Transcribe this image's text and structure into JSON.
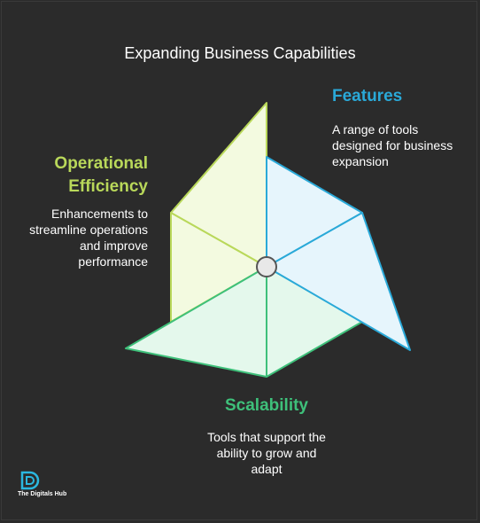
{
  "title": "Expanding Business Capabilities",
  "sections": {
    "features": {
      "heading": "Features",
      "description": "A range of tools designed for business expansion",
      "color": "#2aa9d8",
      "fill": "#e6f5fc"
    },
    "operational_efficiency": {
      "heading_line1": "Operational",
      "heading_line2": "Efficiency",
      "description": "Enhancements to streamline operations and improve performance",
      "color": "#b9d85a",
      "fill": "#f3fae0"
    },
    "scalability": {
      "heading": "Scalability",
      "description": "Tools that support the ability to grow and adapt",
      "color": "#3ec07a",
      "fill": "#e4f8ec"
    }
  },
  "logo": {
    "icon": "d-monogram-icon",
    "text": "The Digitals Hub"
  }
}
